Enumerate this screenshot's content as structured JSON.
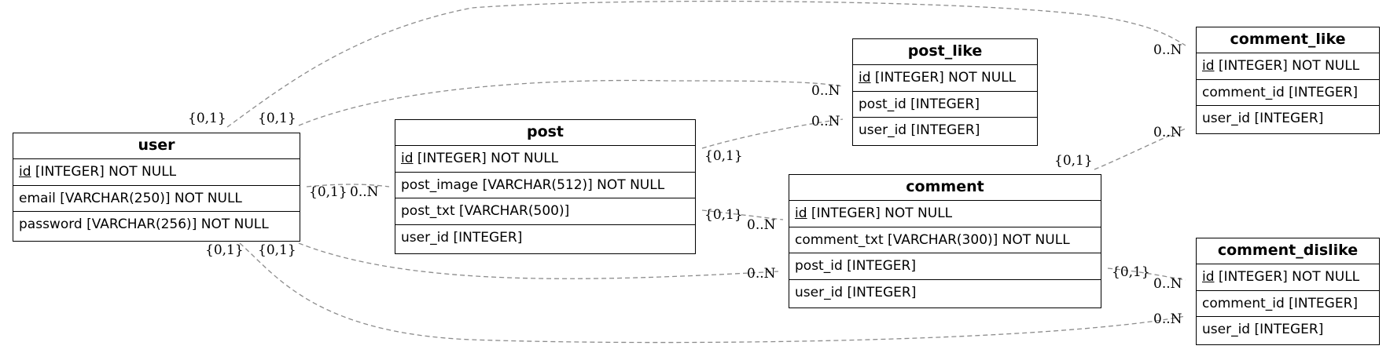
{
  "diagram": {
    "entities": {
      "user": {
        "name": "user",
        "fields": [
          {
            "pk": "id",
            "text": " [INTEGER] NOT NULL"
          },
          {
            "pk": "",
            "text": "email [VARCHAR(250)] NOT NULL"
          },
          {
            "pk": "",
            "text": "password [VARCHAR(256)] NOT NULL"
          }
        ]
      },
      "post": {
        "name": "post",
        "fields": [
          {
            "pk": "id",
            "text": " [INTEGER] NOT NULL"
          },
          {
            "pk": "",
            "text": "post_image [VARCHAR(512)] NOT NULL"
          },
          {
            "pk": "",
            "text": "post_txt [VARCHAR(500)]"
          },
          {
            "pk": "",
            "text": "user_id [INTEGER]"
          }
        ]
      },
      "post_like": {
        "name": "post_like",
        "fields": [
          {
            "pk": "id",
            "text": " [INTEGER] NOT NULL"
          },
          {
            "pk": "",
            "text": "post_id [INTEGER]"
          },
          {
            "pk": "",
            "text": "user_id [INTEGER]"
          }
        ]
      },
      "comment": {
        "name": "comment",
        "fields": [
          {
            "pk": "id",
            "text": " [INTEGER] NOT NULL"
          },
          {
            "pk": "",
            "text": "comment_txt [VARCHAR(300)] NOT NULL"
          },
          {
            "pk": "",
            "text": "post_id [INTEGER]"
          },
          {
            "pk": "",
            "text": "user_id [INTEGER]"
          }
        ]
      },
      "comment_like": {
        "name": "comment_like",
        "fields": [
          {
            "pk": "id",
            "text": " [INTEGER] NOT NULL"
          },
          {
            "pk": "",
            "text": "comment_id [INTEGER]"
          },
          {
            "pk": "",
            "text": "user_id [INTEGER]"
          }
        ]
      },
      "comment_dislike": {
        "name": "comment_dislike",
        "fields": [
          {
            "pk": "id",
            "text": " [INTEGER] NOT NULL"
          },
          {
            "pk": "",
            "text": "comment_id [INTEGER]"
          },
          {
            "pk": "",
            "text": "user_id [INTEGER]"
          }
        ]
      }
    },
    "cardinality_labels": [
      "{0,1}",
      "{0,1}",
      "{0,1}",
      "0..N",
      "{0,1}",
      "{0,1}",
      "0..N",
      "0..N",
      "0..N",
      "{0,1}",
      "{0,1}",
      "0..N",
      "0..N",
      "{0,1}",
      "0..N",
      "{0,1}",
      "0..N",
      "0..N"
    ],
    "relationships": [
      {
        "from": "user",
        "to": "comment_like"
      },
      {
        "from": "user",
        "to": "post_like"
      },
      {
        "from": "user",
        "to": "post"
      },
      {
        "from": "user",
        "to": "comment"
      },
      {
        "from": "user",
        "to": "comment_dislike"
      },
      {
        "from": "post",
        "to": "post_like"
      },
      {
        "from": "post",
        "to": "comment"
      },
      {
        "from": "comment",
        "to": "comment_like"
      },
      {
        "from": "comment",
        "to": "comment_dislike"
      }
    ],
    "colors": {
      "line": "#8c8c8c",
      "border": "#000000",
      "text": "#000000",
      "background": "#ffffff"
    }
  }
}
